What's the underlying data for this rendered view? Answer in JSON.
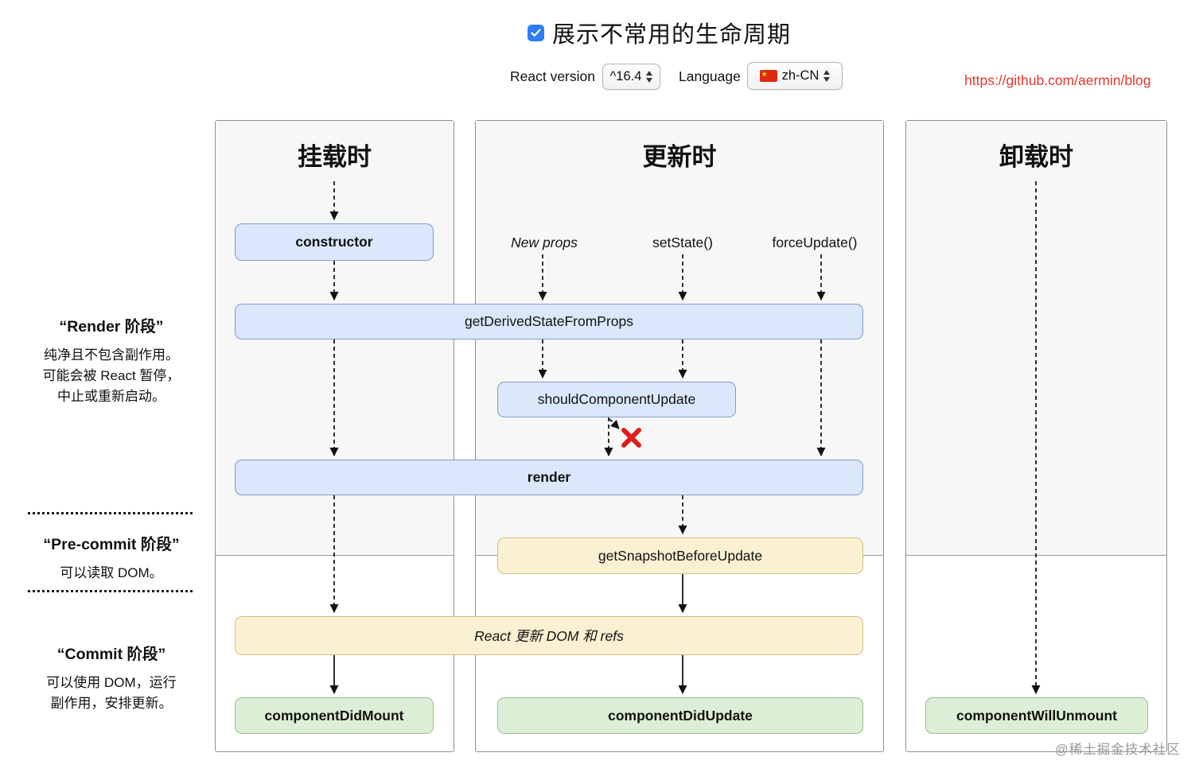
{
  "header": {
    "checkbox_checked": true,
    "title": "展示不常用的生命周期",
    "react_version_label": "React version",
    "react_version_value": "^16.4",
    "language_label": "Language",
    "language_value": "zh-CN",
    "link": "https://github.com/aermin/blog"
  },
  "phases": [
    {
      "title": "“Render 阶段”",
      "lines": [
        "纯净且不包含副作用。",
        "可能会被 React 暂停，",
        "中止或重新启动。"
      ]
    },
    {
      "title": "“Pre-commit 阶段”",
      "lines": [
        "可以读取 DOM。"
      ]
    },
    {
      "title": "“Commit 阶段”",
      "lines": [
        "可以使用 DOM，运行",
        "副作用，安排更新。"
      ]
    }
  ],
  "columns": [
    {
      "title": "挂载时"
    },
    {
      "title": "更新时",
      "triggers": [
        "New props",
        "setState()",
        "forceUpdate()"
      ]
    },
    {
      "title": "卸载时"
    }
  ],
  "boxes": {
    "ctor": "constructor",
    "get_derived": "getDerivedStateFromProps",
    "should_update": "shouldComponentUpdate",
    "render": "render",
    "get_snapshot": "getSnapshotBeforeUpdate",
    "react_updates": "React 更新 DOM 和 refs",
    "did_mount": "componentDidMount",
    "did_update": "componentDidUpdate",
    "will_unmount": "componentWillUnmount"
  },
  "colors": {
    "accent_blue": "#2e7cf6",
    "box_blue": "#dbe8fb",
    "box_yellow": "#faf1d3",
    "box_green": "#ddeed6",
    "link_red": "#e5382e",
    "cross_red": "#df1d1d"
  },
  "watermark": "@稀土掘金技术社区"
}
